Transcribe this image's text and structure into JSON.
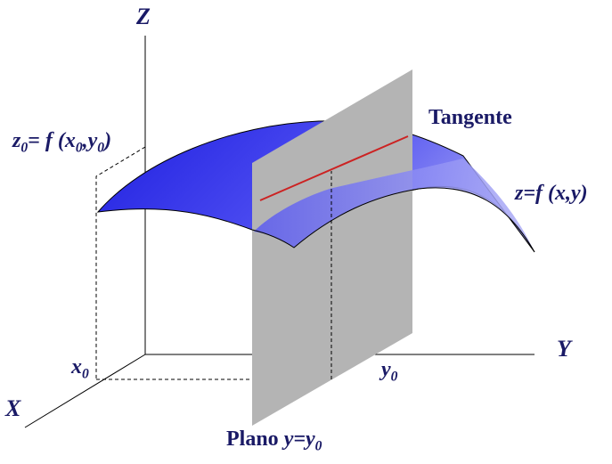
{
  "axes": {
    "z": "Z",
    "y": "Y",
    "x": "X"
  },
  "labels": {
    "z0_lhs_var": "z",
    "z0_lhs_sub": "0",
    "z0_eq": "= ",
    "z0_f": "f",
    "z0_open": " (",
    "z0_x": "x",
    "z0_x_sub": "0",
    "z0_comma": ",",
    "z0_y": "y",
    "z0_y_sub": "0",
    "z0_close": ")",
    "tangent": "Tangente",
    "surface_lhs": "z=f",
    "surface_args": " (x,y)",
    "x0_var": "x",
    "x0_sub": "0",
    "y0_var": "y",
    "y0_sub": "0",
    "plane_word": "Plano ",
    "plane_eq": "y=y",
    "plane_sub": "0"
  },
  "colors": {
    "surface_top": "#2a2ae6",
    "surface_light": "#8c8cf0",
    "plane": "#b4b4b4",
    "tangent_line": "#cc2222",
    "label_text": "#1a1a66"
  }
}
